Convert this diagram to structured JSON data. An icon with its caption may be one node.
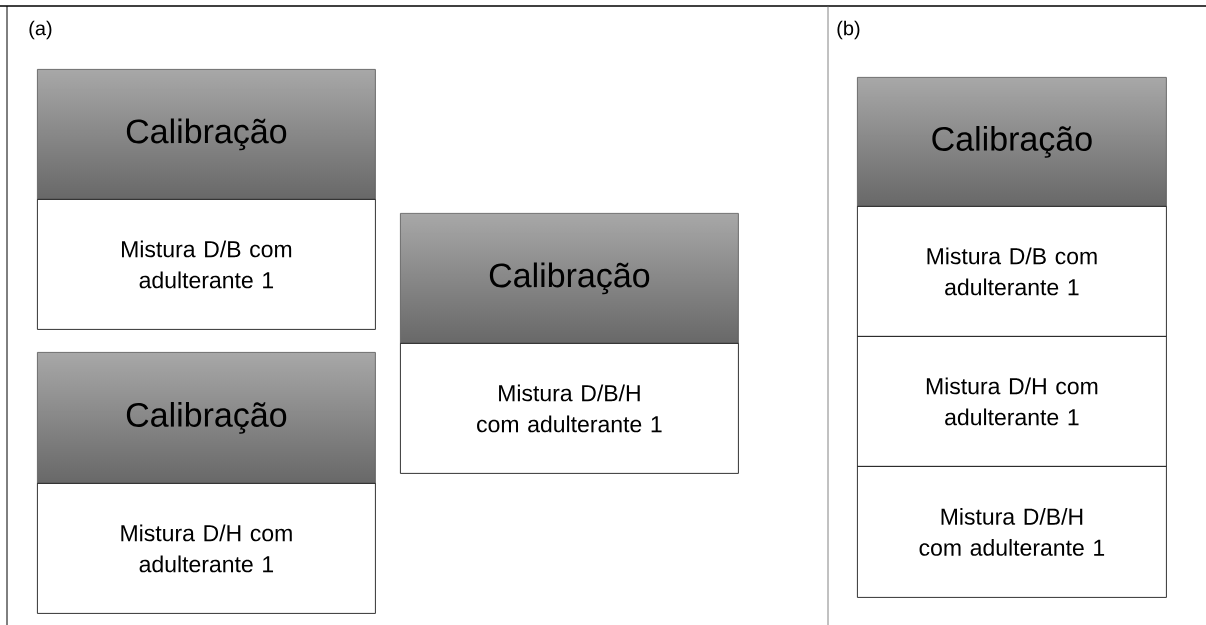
{
  "diagram": {
    "nodes": [
      {
        "text": [
          "Calibração"
        ]
      },
      {
        "text": [
          "Mistura D/B com adulterante 1"
        ]
      },
      {
        "text": [
          "Calibração"
        ]
      },
      {
        "text": [
          "Mistura D/H com adulterante 1"
        ]
      },
      {
        "text": [
          "Calibração"
        ]
      },
      {
        "text": [
          "Mistura D/B/H com adulterante 1"
        ]
      },
      {
        "text": [
          "Calibração"
        ]
      },
      {
        "text": [
          "Mistura D/B com adulterante 1"
        ]
      },
      {
        "text": [
          "Mistura D/H com adulterante 1"
        ]
      },
      {
        "text": [
          "Mistura D/B/H com adulterante 1"
        ]
      }
    ],
    "labels": [
      "(a)",
      "(b)"
    ]
  }
}
